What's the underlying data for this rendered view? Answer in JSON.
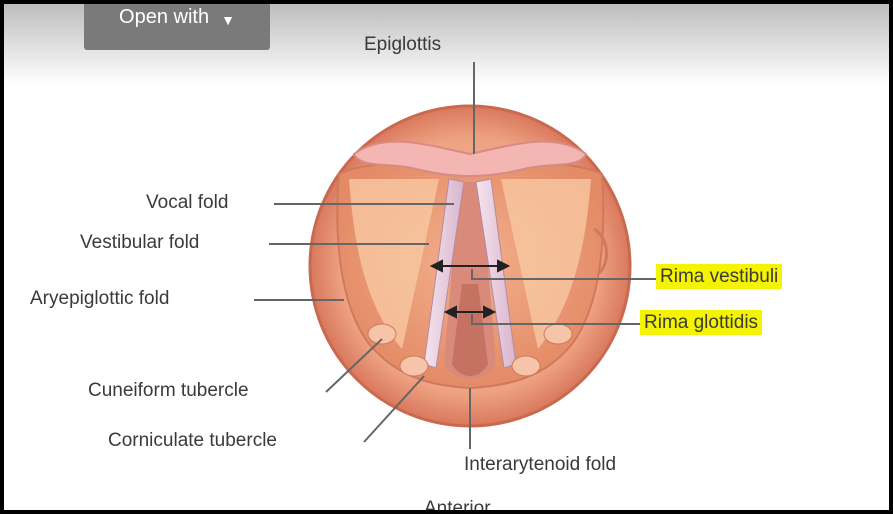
{
  "toolbar": {
    "open_with_label": "Open with"
  },
  "diagram": {
    "labels": {
      "epiglottis": "Epiglottis",
      "vocal_fold": "Vocal fold",
      "vestibular_fold": "Vestibular fold",
      "aryepiglottic_fold": "Aryepiglottic fold",
      "rima_vestibuli": "Rima vestibuli",
      "rima_glottidis": "Rima glottidis",
      "cuneiform_tubercle": "Cuneiform tubercle",
      "corniculate_tubercle": "Corniculate tubercle",
      "interarytenoid_fold": "Interarytenoid fold",
      "bottom_partial": "Anterior"
    },
    "highlight_color": "#f5f400"
  }
}
